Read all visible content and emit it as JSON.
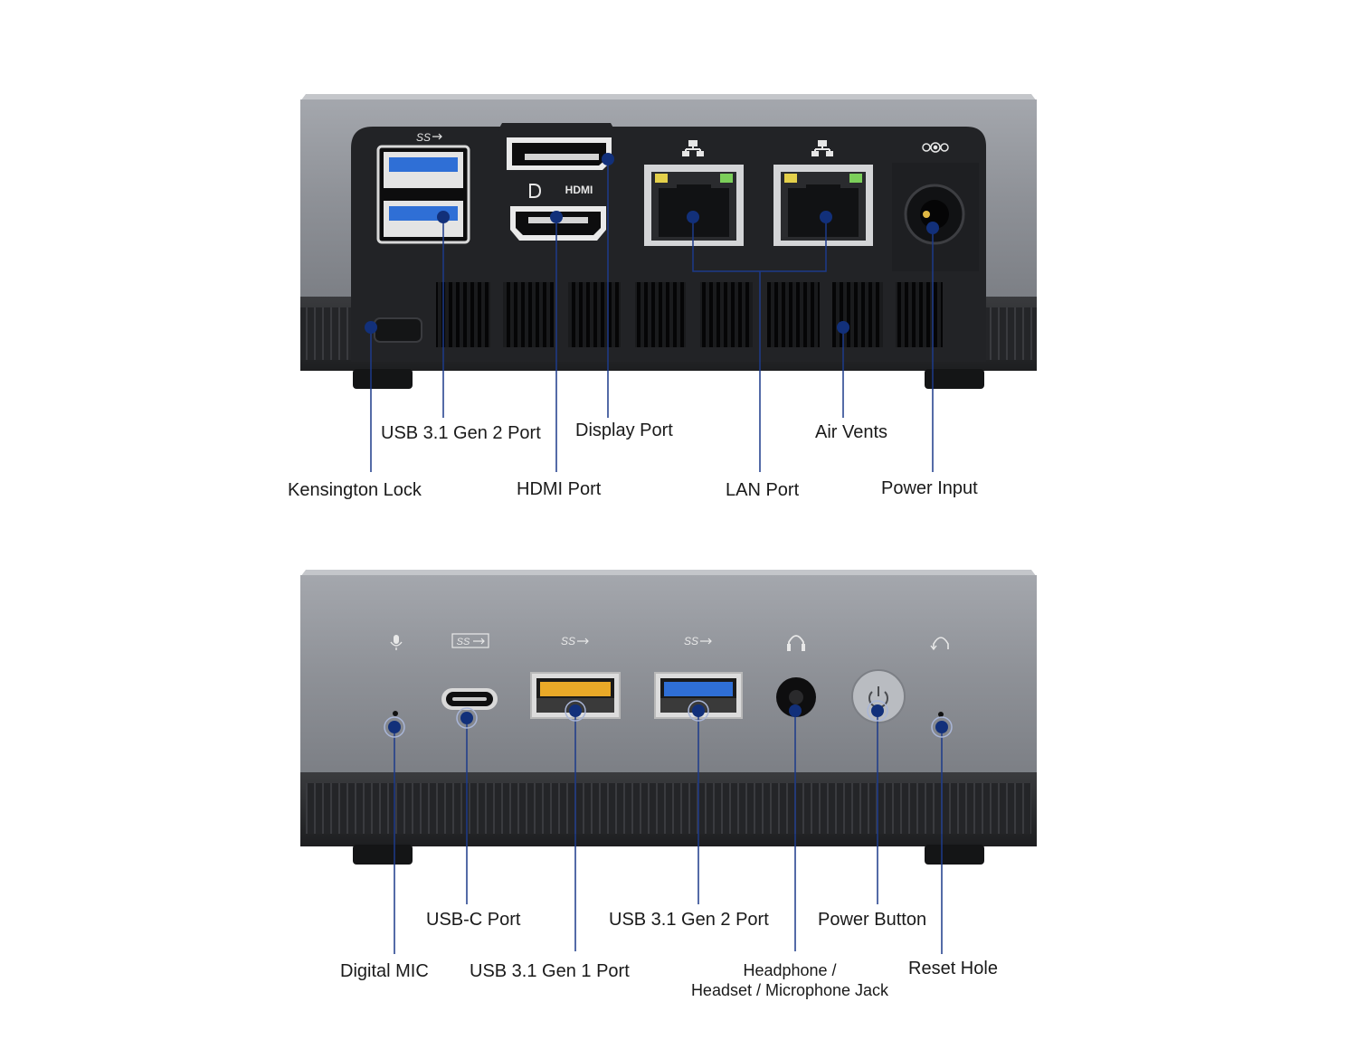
{
  "rear_panel": {
    "icons": {
      "usb_superspeed": "SS",
      "hdmi_logo": "HDMI"
    },
    "labels": {
      "kensington_lock": "Kensington Lock",
      "usb_gen2": "USB 3.1 Gen 2 Port",
      "hdmi": "HDMI Port",
      "display_port": "Display Port",
      "lan": "LAN Port",
      "air_vents": "Air Vents",
      "power_input": "Power Input"
    }
  },
  "front_panel": {
    "icons": {
      "usb_c_superspeed": "SS",
      "usb_gen1_superspeed": "SS",
      "usb_gen2_superspeed": "SS"
    },
    "labels": {
      "digital_mic": "Digital MIC",
      "usb_c": "USB-C Port",
      "usb_gen1": "USB 3.1 Gen 1 Port",
      "usb_gen2": "USB 3.1 Gen 2 Port",
      "headphone_line1": "Headphone /",
      "headphone_line2": "Headset / Microphone Jack",
      "power_button": "Power Button",
      "reset_hole": "Reset Hole"
    }
  },
  "colors": {
    "accent_dot": "#12307a",
    "leader_line": "#1c3a8a",
    "chassis_gray": "#8d9096",
    "chassis_black": "#26272a",
    "usb3_blue": "#2f6fd6",
    "usb_gen1_yellow": "#e9a928",
    "lan_led_yellow": "#e4d04a",
    "lan_led_green": "#7ccf5a"
  }
}
